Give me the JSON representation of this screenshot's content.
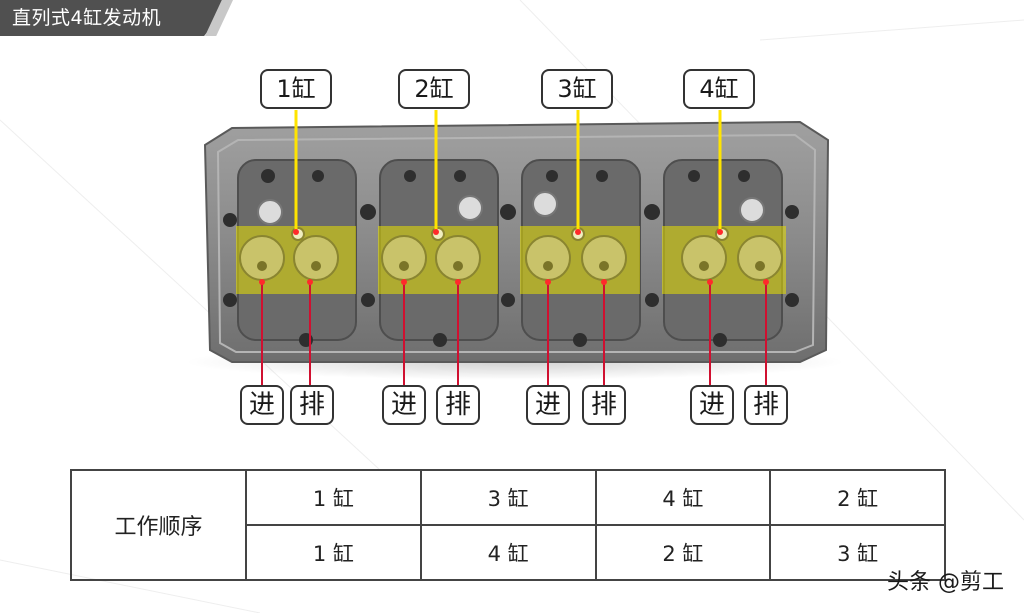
{
  "title": "直列式4缸发动机",
  "cylinders": [
    "1缸",
    "2缸",
    "3缸",
    "4缸"
  ],
  "valves": {
    "intake": "进",
    "exhaust": "排"
  },
  "firing_order": {
    "header": "工作顺序",
    "row1": [
      "1 缸",
      "3 缸",
      "4 缸",
      "2 缸"
    ],
    "row2": [
      "1 缸",
      "4 缸",
      "2 缸",
      "3 缸"
    ]
  },
  "watermark": "头条 @剪工",
  "colors": {
    "title_bg": "#505050",
    "highlight": "#e8e000",
    "leader_red": "#d01030",
    "leader_yellow": "#ffe400",
    "engine_metal": "#8a8a8a"
  }
}
